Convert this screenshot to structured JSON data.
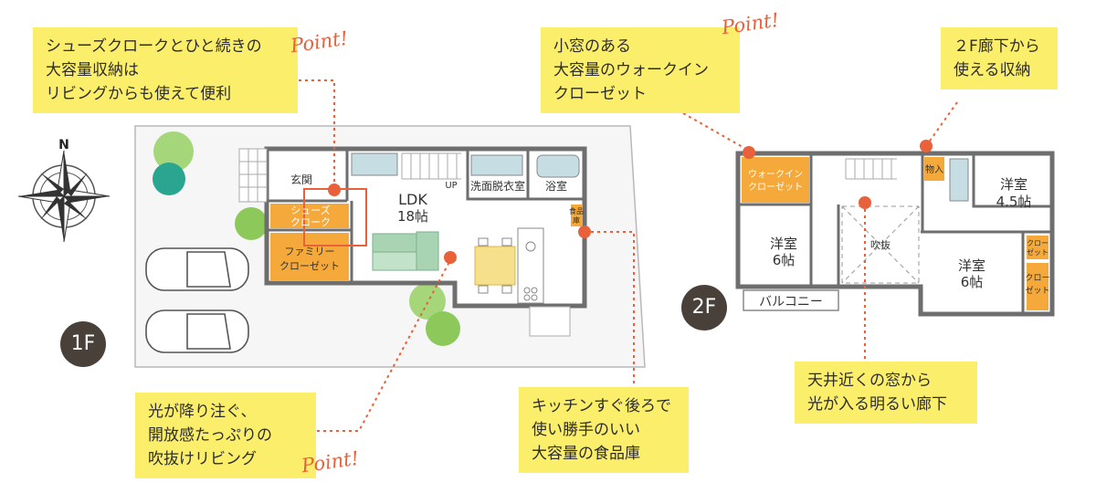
{
  "floor1": {
    "badge": "1F",
    "compass": "N",
    "rooms": {
      "genkan": "玄関",
      "ldk": "LDK",
      "ldk_size": "18帖",
      "up": "UP",
      "senmen": "洗面脱衣室",
      "yokushitsu": "浴室",
      "shoes_1": "シューズ",
      "shoes_2": "クローク",
      "family_1": "ファミリー",
      "family_2": "クローゼット",
      "shokuhin_1": "食品",
      "shokuhin_2": "庫"
    }
  },
  "floor2": {
    "badge": "2F",
    "rooms": {
      "walkin_1": "ウォークイン",
      "walkin_2": "クローゼット",
      "monoire": "物入",
      "yoshitsu1": "洋室",
      "yoshitsu1_size": "4.5帖",
      "yoshitsu2": "洋室",
      "yoshitsu2_size": "6帖",
      "yoshitsu3": "洋室",
      "yoshitsu3_size": "6帖",
      "fukinuke": "吹抜",
      "closet_small_1": "クロー",
      "closet_small_2": "ゼット",
      "closet_vert_1": "クロー",
      "closet_vert_2": "ゼット",
      "balcony": "バルコニー"
    }
  },
  "callouts": {
    "shoes": [
      "シューズクロークとひと続きの",
      "大容量収納は",
      "リビングからも使えて便利"
    ],
    "walkin": [
      "小窓のある",
      "大容量のウォークイン",
      "クローゼット"
    ],
    "hallway2f": [
      "２F廊下から",
      "使える収納"
    ],
    "living": [
      "光が降り注ぐ、",
      "開放感たっぷりの",
      "吹抜けリビング"
    ],
    "kitchen": [
      "キッチンすぐ後ろで",
      "使い勝手のいい",
      "大容量の食品庫"
    ],
    "corridor": [
      "天井近くの窓から",
      "光が入る明るい廊下"
    ]
  },
  "point_label": "Point!",
  "colors": {
    "accent_orange": "#f4a93a",
    "leader_red": "#e8613a",
    "note_yellow": "#fbee6a",
    "wall": "#6e6e6e",
    "water_blue": "#c6dde3",
    "sofa_green": "#a9d4b3",
    "table_yellow": "#f7e08c",
    "tree_green": "#8cc85a",
    "tree_teal": "#2aa58f",
    "badge_dark": "#4a403a"
  }
}
